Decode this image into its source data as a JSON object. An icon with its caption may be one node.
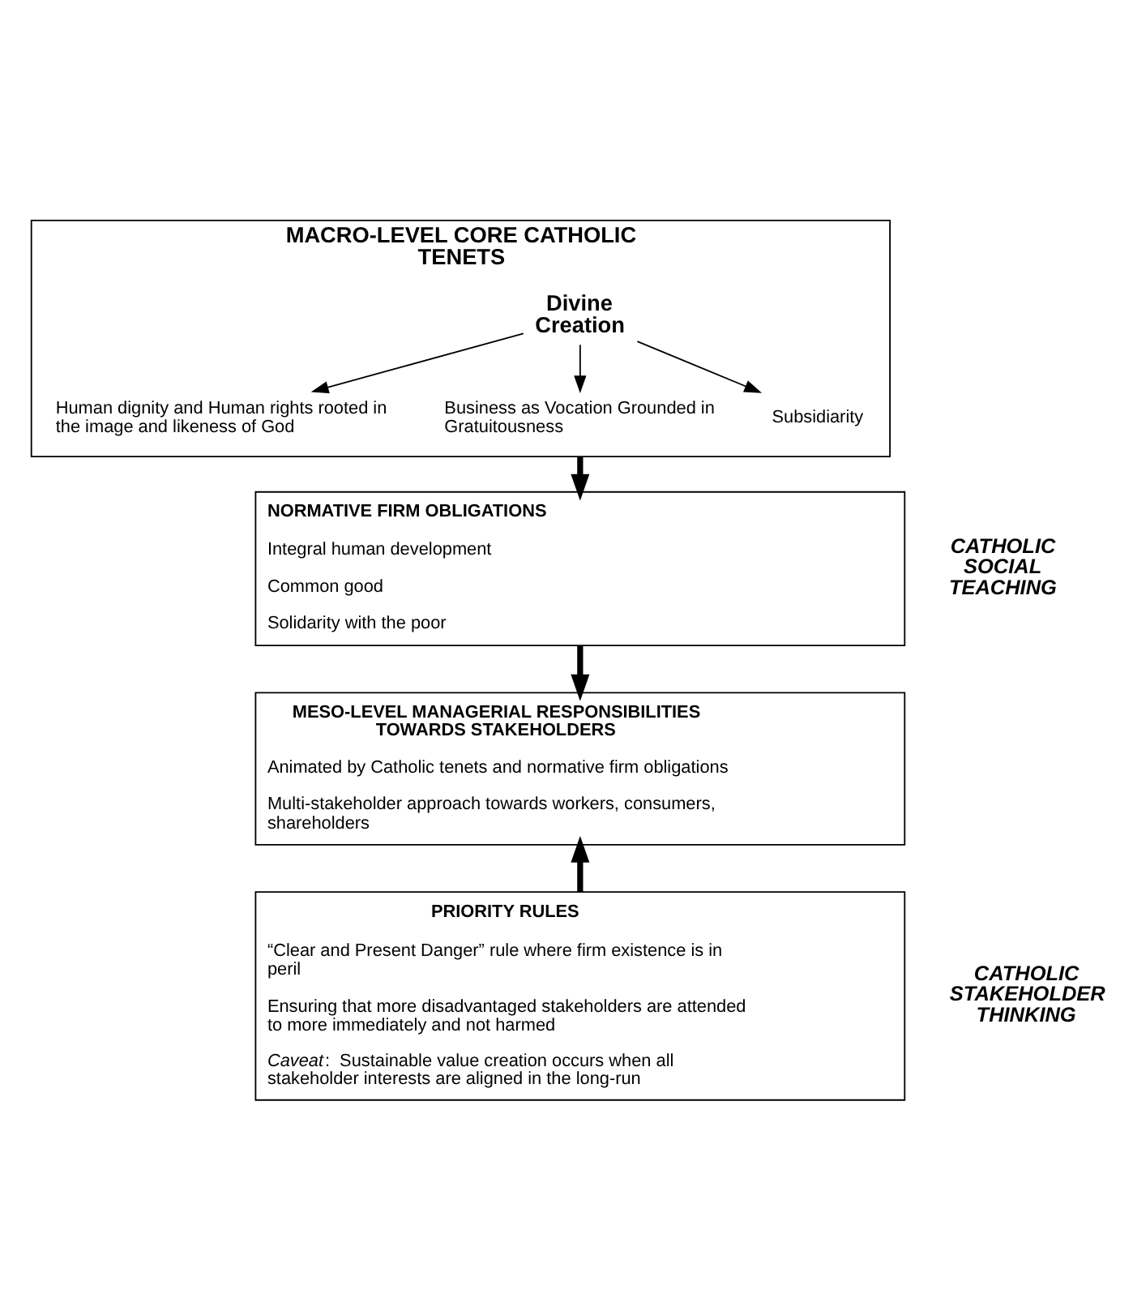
{
  "diagram": {
    "nodes": [
      {
        "text": [
          "MACRO-LEVEL CORE CATHOLIC TENETS"
        ]
      },
      {
        "text": [
          "Divine Creation"
        ],
        "in": 0
      },
      {
        "text": [
          "Human dignity and Human rights rooted in the image and likeness of God"
        ],
        "in": 0
      },
      {
        "text": [
          "Business as Vocation Grounded in Gratuitousness"
        ],
        "in": 0
      },
      {
        "text": [
          "Subsidiarity"
        ],
        "in": 0
      },
      {
        "text": [
          "NORMATIVE FIRM OBLIGATIONS",
          "Integral human development",
          "Common good",
          "Solidarity with the poor"
        ]
      },
      {
        "text": [
          "MESO-LEVEL MANAGERIAL RESPONSIBILITIES TOWARDS STAKEHOLDERS",
          "Animated by Catholic tenets and normative firm obligations",
          "Multi-stakeholder approach towards workers, consumers, shareholders"
        ]
      },
      {
        "text": [
          "PRIORITY RULES",
          "“Clear and Present Danger” rule where firm existence is in peril",
          "Ensuring that more disadvantaged stakeholders are attended to more immediately and not harmed",
          "*Caveat*:  Sustainable value creation occurs when all stakeholder interests are aligned in the long-run"
        ]
      }
    ],
    "edges": [
      {
        "from": 1,
        "to": 2,
        "arrow": "to"
      },
      {
        "from": 1,
        "to": 3,
        "arrow": "to"
      },
      {
        "from": 1,
        "to": 4,
        "arrow": "to"
      },
      {
        "from": 0,
        "to": 5,
        "arrow": "to",
        "style": "thick"
      },
      {
        "from": 5,
        "to": 6,
        "arrow": "to",
        "style": "thick"
      },
      {
        "from": 7,
        "to": 6,
        "arrow": "to",
        "style": "thick"
      }
    ],
    "labels": [
      "CATHOLIC SOCIAL TEACHING",
      "CATHOLIC STAKEHOLDER THINKING"
    ]
  }
}
